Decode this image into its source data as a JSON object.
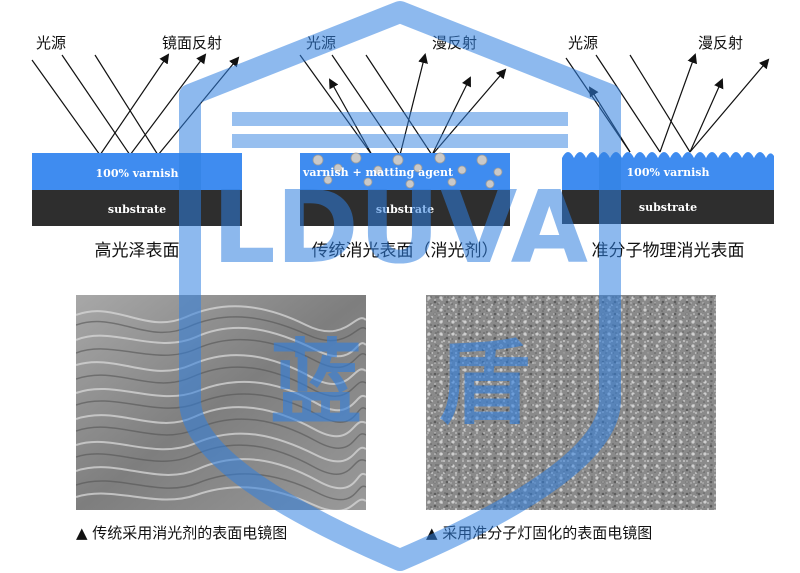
{
  "panels": [
    {
      "light_label": "光源",
      "reflect_label": "镜面反射",
      "layer_top": "100% varnish",
      "layer_bottom": "substrate",
      "caption": "高光泽表面"
    },
    {
      "light_label": "光源",
      "reflect_label": "漫反射",
      "layer_top": "varnish + matting agent",
      "layer_bottom": "substrate",
      "caption": "传统消光表面（消光剂）"
    },
    {
      "light_label": "光源",
      "reflect_label": "漫反射",
      "layer_top": "100% varnish",
      "layer_bottom": "substrate",
      "caption": "准分子物理消光表面"
    }
  ],
  "sem_images": [
    {
      "caption": "▲ 传统采用消光剂的表面电镜图"
    },
    {
      "caption": "▲ 采用准分子灯固化的表面电镜图"
    }
  ],
  "watermark": {
    "letters": "LDUVA",
    "chars": [
      "蓝",
      "盾"
    ],
    "color": "#2f7fe0"
  },
  "colors": {
    "varnish": "#3f8cf0",
    "substrate": "#2e2e2e"
  }
}
